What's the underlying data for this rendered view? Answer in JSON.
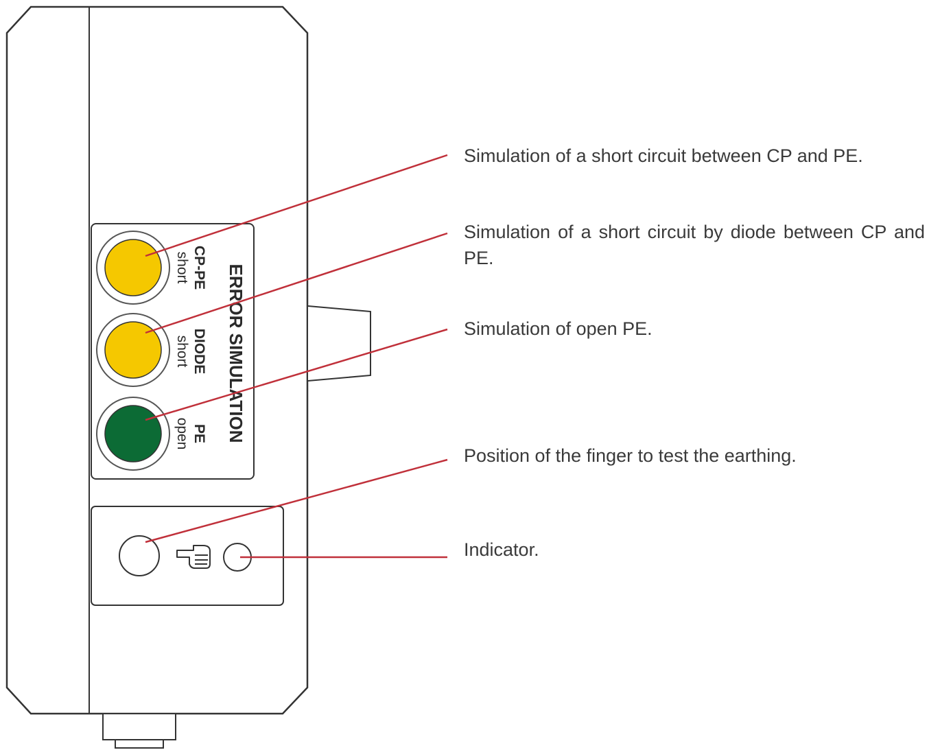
{
  "panel": {
    "title": "ERROR SIMULATION",
    "buttons": [
      {
        "label_main": "CP-PE",
        "label_sub": "short",
        "color": "#f5c800"
      },
      {
        "label_main": "DIODE",
        "label_sub": "short",
        "color": "#f5c800"
      },
      {
        "label_main": "PE",
        "label_sub": "open",
        "color": "#0c6b35"
      }
    ]
  },
  "callouts": [
    {
      "text": "Simulation of a short circuit between CP and PE."
    },
    {
      "text": "Simulation of a short circuit by diode between CP and PE."
    },
    {
      "text": "Simulation of open PE."
    },
    {
      "text": "Position of the finger to test the earthing."
    },
    {
      "text": "Indicator."
    }
  ],
  "icons": {
    "finger": "pointing-hand-icon"
  },
  "colors": {
    "leader_line": "#c0303a",
    "outline": "#333333"
  }
}
